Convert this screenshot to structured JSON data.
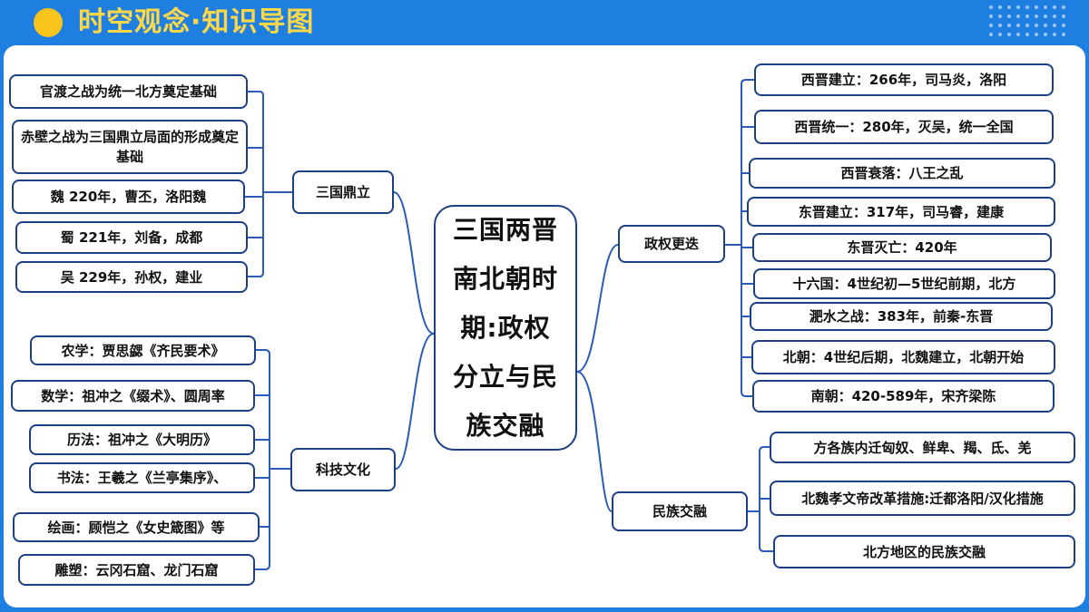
{
  "header": {
    "title": "时空观念·知识导图"
  },
  "center": "三国两晋南北朝时期:政权分立与民族交融",
  "branches": {
    "sanguo": {
      "label": "三国鼎立",
      "items": [
        "官渡之战为统一北方奠定基础",
        "赤壁之战为三国鼎立局面的形成奠定基础",
        "魏 220年，曹丕，洛阳魏",
        "蜀  221年，刘备，成都",
        "吴  229年，孙权，建业"
      ]
    },
    "keji": {
      "label": "科技文化",
      "items": [
        "农学：贾思勰《齐民要术》",
        "数学：祖冲之《缀术》、圆周率",
        "历法：祖冲之《大明历》",
        "书法：王羲之《兰亭集序》、",
        "绘画：顾恺之《女史箴图》等",
        "雕塑：云冈石窟、龙门石窟"
      ]
    },
    "zhengquan": {
      "label": "政权更迭",
      "items": [
        "西晋建立：266年，司马炎，洛阳",
        "西晋统一：280年，灭吴，统一全国",
        "西晋衰落：八王之乱",
        "东晋建立：317年，司马睿，建康",
        "东晋灭亡：420年",
        "十六国：4世纪初—5世纪前期，北方",
        "淝水之战：383年，前秦-东晋",
        "北朝：4世纪后期，北魏建立，北朝开始",
        "南朝：420-589年，宋齐梁陈"
      ]
    },
    "minzu": {
      "label": "民族交融",
      "items": [
        "方各族内迁匈奴、鲜卑、羯、氐、羌",
        "北魏孝文帝改革措施:迁都洛阳/汉化措施",
        "北方地区的民族交融"
      ]
    }
  },
  "colors": {
    "background": "#1f7fe0",
    "title": "#ffd84a",
    "dot": "#f7c31c",
    "border": "#1c3f86",
    "connector": "#2a5bb8"
  }
}
